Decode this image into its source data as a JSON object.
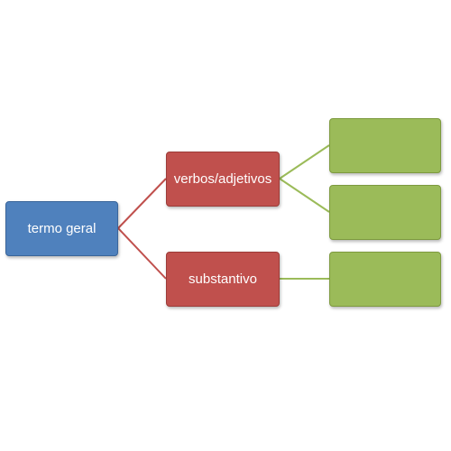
{
  "root": {
    "label": "termo geral"
  },
  "branches": [
    {
      "label": "verbos/adjetivos"
    },
    {
      "label": "substantivo"
    }
  ],
  "leaves": [
    {
      "label": ""
    },
    {
      "label": ""
    },
    {
      "label": ""
    }
  ],
  "colors": {
    "root_fill": "#4f81bd",
    "root_border": "#3a659a",
    "branch_fill": "#c0504d",
    "branch_border": "#9c3b38",
    "leaf_fill": "#9bbb59",
    "leaf_border": "#7d9a3e",
    "branch_connector": "#c0504d",
    "leaf_connector": "#9bbb59"
  }
}
